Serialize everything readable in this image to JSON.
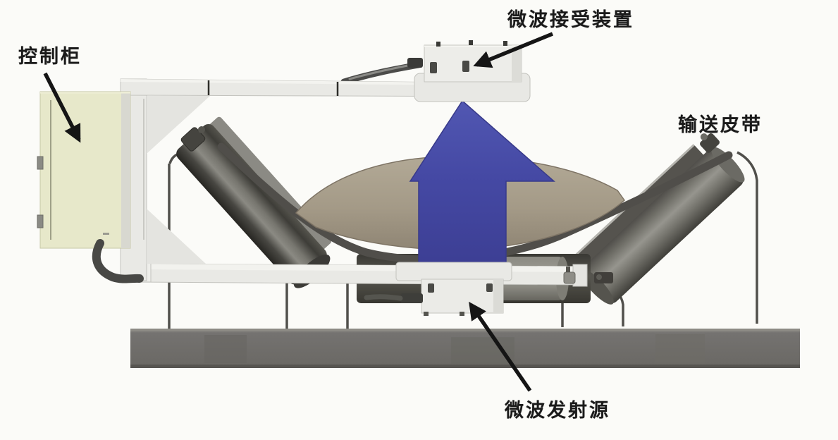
{
  "diagram": {
    "background_color": "#fbfbf8",
    "labels": {
      "control_cabinet": "控制柜",
      "microwave_receiver": "微波接受装置",
      "conveyor_belt": "输送皮带",
      "microwave_emitter": "微波发射源"
    },
    "icons": {
      "measurement_beam": "up-arrow",
      "annotation_pointers": "black-arrow"
    },
    "colors": {
      "measurement_beam_arrow": "#474ba2",
      "control_cabinet": "#e7e8ca",
      "frame": "#e9e9e5",
      "material_pile": "#a69d8b",
      "rollers": "#55534f",
      "base_platform": "#6f6e69",
      "annotation_arrows": "#151515",
      "label_text": "#1a1a1a"
    }
  }
}
